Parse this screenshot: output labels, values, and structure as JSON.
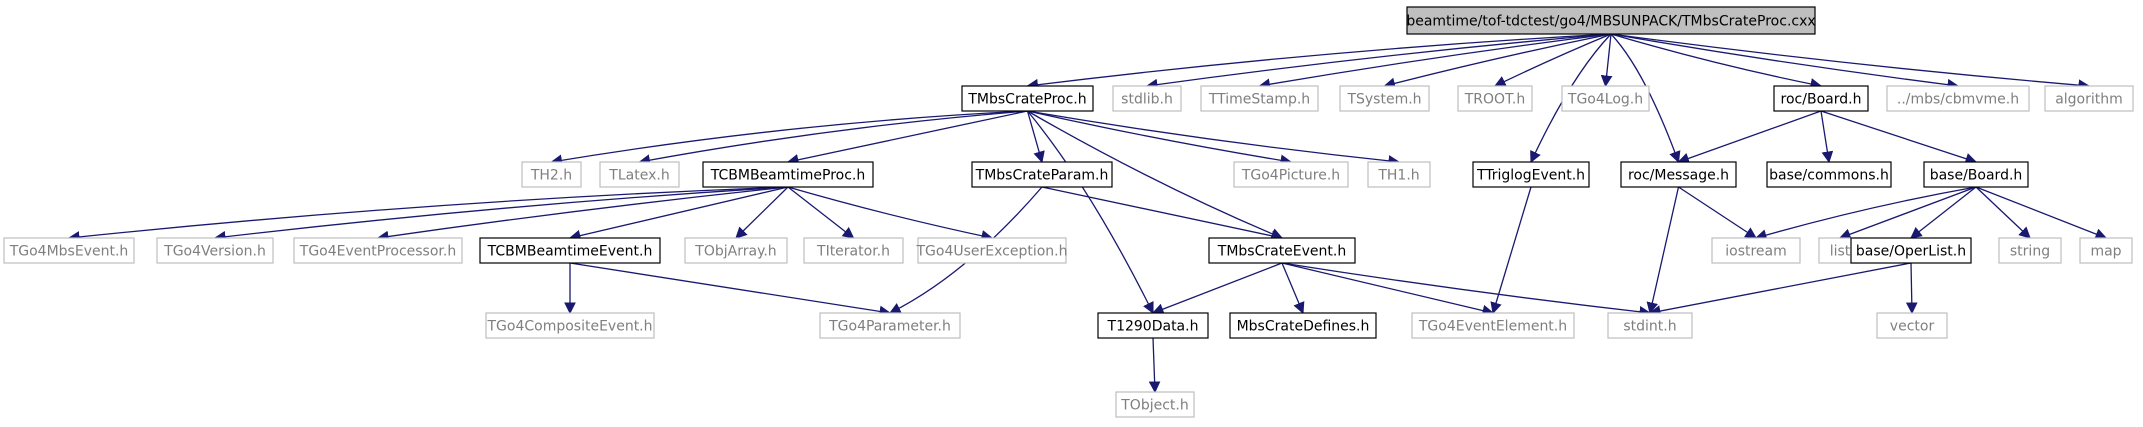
{
  "colors": {
    "edge": "#191970",
    "root_fill": "#bfbfbf",
    "strong_border": "#000000",
    "weak_border": "#bfbfbf",
    "weak_text": "#7f7f7f",
    "strong_text": "#000000"
  },
  "nodes": {
    "root": "beamtime/tof-tdctest/go4/MBSUNPACK/TMbsCrateProc.cxx",
    "proc_h": "TMbsCrateProc.h",
    "stdlib": "stdlib.h",
    "ttimestamp": "TTimeStamp.h",
    "tsystem": "TSystem.h",
    "troot": "TROOT.h",
    "tgo4log": "TGo4Log.h",
    "roc_board": "roc/Board.h",
    "cbmvme": "../mbs/cbmvme.h",
    "algorithm": "algorithm",
    "th2": "TH2.h",
    "tlatex": "TLatex.h",
    "tcbm_proc": "TCBMBeamtimeProc.h",
    "param": "TMbsCrateParam.h",
    "picture": "TGo4Picture.h",
    "th1": "TH1.h",
    "triglog": "TTriglogEvent.h",
    "roc_message": "roc/Message.h",
    "base_commons": "base/commons.h",
    "base_board": "base/Board.h",
    "mbsevent": "TGo4MbsEvent.h",
    "version": "TGo4Version.h",
    "eventproc": "TGo4EventProcessor.h",
    "tcbm_event": "TCBMBeamtimeEvent.h",
    "tobjarray": "TObjArray.h",
    "titerator": "TIterator.h",
    "userexc": "TGo4UserException.h",
    "crate_event": "TMbsCrateEvent.h",
    "iostream": "iostream",
    "list": "list",
    "operlist": "base/OperList.h",
    "string": "string",
    "map": "map",
    "composite": "TGo4CompositeEvent.h",
    "parameter": "TGo4Parameter.h",
    "t1290": "T1290Data.h",
    "defines": "MbsCrateDefines.h",
    "evelement": "TGo4EventElement.h",
    "stdint": "stdint.h",
    "vector": "vector",
    "tobject": "TObject.h"
  }
}
